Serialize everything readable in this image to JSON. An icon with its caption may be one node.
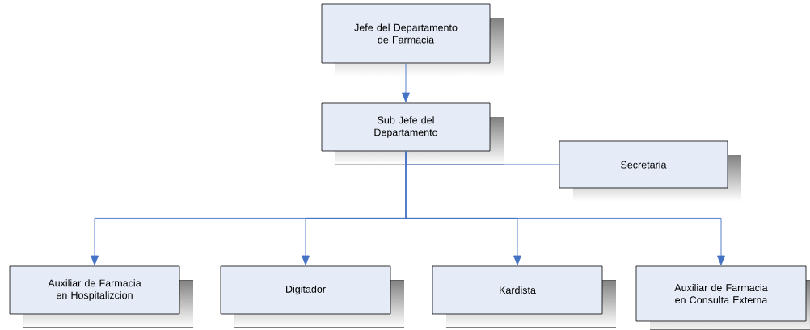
{
  "diagram": {
    "nodes": [
      {
        "text": [
          "Jefe del Departamento de Farmacia"
        ]
      },
      {
        "text": [
          "Sub Jefe del Departamento"
        ]
      },
      {
        "text": [
          "Secretaria"
        ]
      },
      {
        "text": [
          "Auxiliar de Farmacia en Hospitalizcion"
        ]
      },
      {
        "text": [
          "Digitador"
        ]
      },
      {
        "text": [
          "Kardista"
        ]
      },
      {
        "text": [
          "Auxiliar de Farmacia en Consulta Externa"
        ]
      }
    ],
    "edges": [
      {
        "from": 0,
        "to": 1,
        "arrow": "to"
      },
      {
        "from": 1,
        "to": 2,
        "arrow": "none"
      },
      {
        "from": 1,
        "to": 3,
        "arrow": "to"
      },
      {
        "from": 1,
        "to": 4,
        "arrow": "to"
      },
      {
        "from": 1,
        "to": 5,
        "arrow": "to"
      },
      {
        "from": 1,
        "to": 6,
        "arrow": "to"
      }
    ]
  }
}
